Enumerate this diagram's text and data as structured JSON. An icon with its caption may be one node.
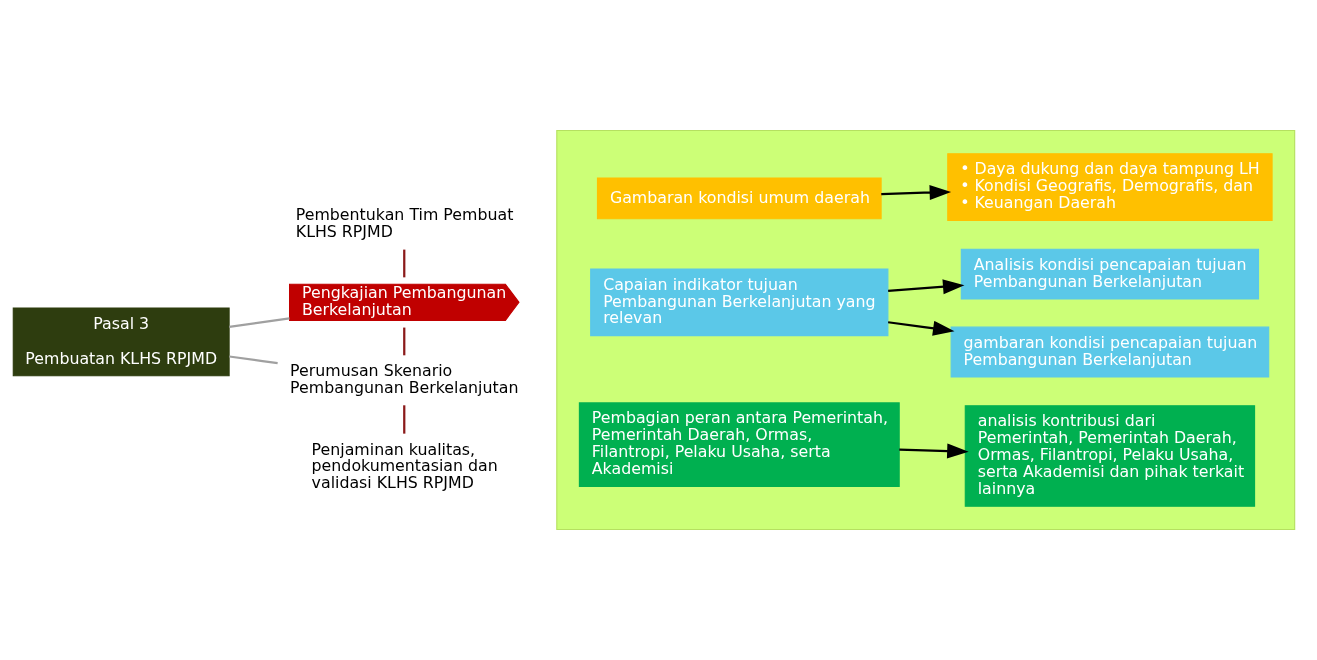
{
  "diagram": {
    "nodes": [
      {
        "text": [
          "Pasal 3",
          "Pembuatan KLHS RPJMD"
        ]
      },
      {
        "text": [
          "Pembentukan Tim Pembuat KLHS RPJMD"
        ]
      },
      {
        "text": [
          "Pengkajian Pembangunan Berkelanjutan"
        ]
      },
      {
        "text": [
          "Perumusan Skenario Pembangunan Berkelanjutan"
        ]
      },
      {
        "text": [
          "Penjaminan kualitas, pendokumentasian dan validasi KLHS RPJMD"
        ]
      },
      {
        "text": [],
        "shape": "box"
      },
      {
        "text": [
          "Gambaran kondisi umum daerah"
        ],
        "in": 5
      },
      {
        "text": [
          "• Daya dukung dan daya tampung LH",
          "• Kondisi Geografis, Demografis, dan",
          "• Keuangan Daerah"
        ],
        "in": 5
      },
      {
        "text": [
          "Capaian indikator tujuan Pembangunan Berkelanjutan yang relevan"
        ],
        "in": 5
      },
      {
        "text": [
          "Analisis kondisi pencapaian tujuan Pembangunan Berkelanjutan"
        ],
        "in": 5
      },
      {
        "text": [
          "gambaran kondisi pencapaian tujuan Pembangunan Berkelanjutan"
        ],
        "in": 5
      },
      {
        "text": [
          "Pembagian peran antara Pemerintah, Pemerintah Daerah, Ormas, Filantropi, Pelaku Usaha, serta Akademisi"
        ],
        "in": 5
      },
      {
        "text": [
          "analisis kontribusi dari Pemerintah, Pemerintah Daerah, Ormas, Filantropi, Pelaku Usaha, serta Akademisi dan pihak terkait lainnya"
        ],
        "in": 5
      }
    ],
    "edges": [
      {
        "from": 0,
        "to": 2,
        "arrow": "none",
        "color": "#a0a0a0"
      },
      {
        "from": 0,
        "to": 3,
        "arrow": "none",
        "color": "#a0a0a0"
      },
      {
        "from": 1,
        "to": 2,
        "arrow": "none",
        "color": "#8b1a1a"
      },
      {
        "from": 2,
        "to": 3,
        "arrow": "none",
        "color": "#8b1a1a"
      },
      {
        "from": 3,
        "to": 4,
        "arrow": "none",
        "color": "#8b1a1a"
      },
      {
        "from": 6,
        "to": 7,
        "arrow": "to"
      },
      {
        "from": 8,
        "to": 9,
        "arrow": "to"
      },
      {
        "from": 8,
        "to": 10,
        "arrow": "to"
      },
      {
        "from": 11,
        "to": 12,
        "arrow": "to"
      }
    ]
  }
}
